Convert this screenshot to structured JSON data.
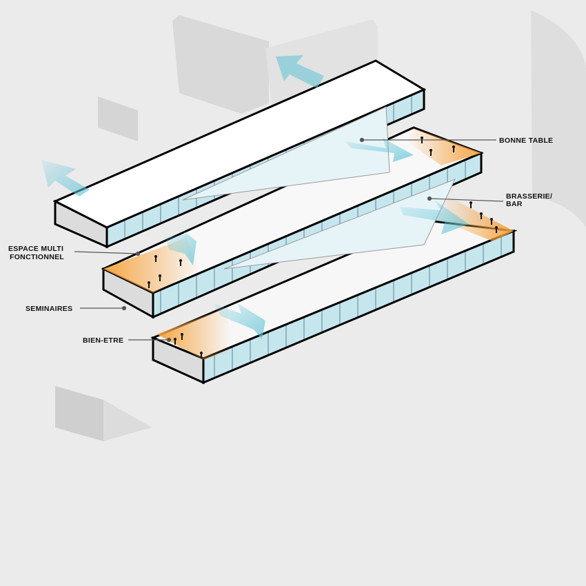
{
  "diagram": {
    "labels": {
      "bonne_table": "BONNE TABLE",
      "brasserie_line1": "BRASSERIE/",
      "brasserie_line2": "BAR",
      "espace_line1": "ESPACE MULTI",
      "espace_line2": "FONCTIONNEL",
      "seminaires": "SEMINAIRES",
      "bien_etre": "BIEN-ETRE"
    },
    "colors": {
      "background": "#ebebeb",
      "slab_top": "#ffffff",
      "slab_side": "#dcdcdc",
      "glazing": "#c6e6ee",
      "flow_arrow": "#5cc3d6",
      "activity_zone": "#f5a13a",
      "outline": "#000000"
    },
    "icons": [
      "flow-arrow-icon",
      "people-icon"
    ]
  }
}
